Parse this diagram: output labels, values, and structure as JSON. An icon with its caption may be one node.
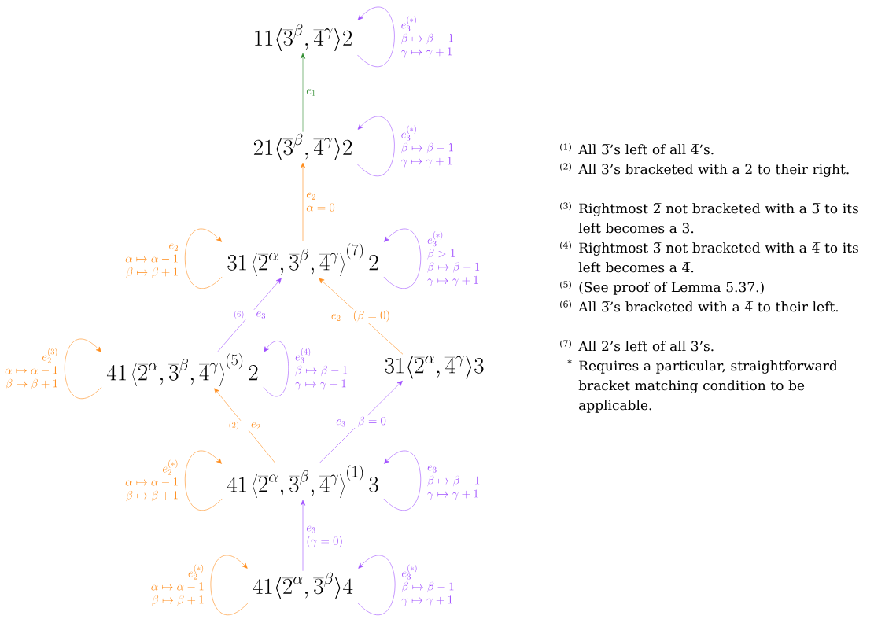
{
  "diagram": {
    "nodes": [
      {
        "text": [
          "11\\langle\\overline{3}^{\\beta},\\overline{4}^{\\gamma}\\rangle 2"
        ]
      },
      {
        "text": [
          "21\\langle\\overline{3}^{\\beta},\\overline{4}^{\\gamma}\\rangle 2"
        ]
      },
      {
        "text": [
          "31\\left\\langle\\overline{2}^{\\alpha},\\overline{3}^{\\beta},\\overline{4}^{\\gamma}\\right\\rangle^{(7)} 2"
        ]
      },
      {
        "text": [
          "41\\left\\langle\\overline{2}^{\\alpha},\\overline{3}^{\\beta},\\overline{4}^{\\gamma}\\right\\rangle^{(5)} 2"
        ]
      },
      {
        "text": [
          "31\\langle\\overline{2}^{\\alpha},\\overline{4}^{\\gamma}\\rangle 3"
        ]
      },
      {
        "text": [
          "41\\left\\langle\\overline{2}^{\\alpha},\\overline{3}^{\\beta},\\overline{4}^{\\gamma}\\right\\rangle^{(1)} 3"
        ]
      },
      {
        "text": [
          "41\\langle\\overline{2}^{\\alpha},\\overline{3}^{\\beta}\\rangle 4"
        ]
      }
    ],
    "edges": [
      {
        "from": 1,
        "to": 0,
        "arrow": "to",
        "label": "e_1",
        "color": "#2e8b2e"
      },
      {
        "from": 2,
        "to": 1,
        "arrow": "to",
        "label": "\\begin{array}{@{}l@{}}e_2\\\\\\alpha=0\\end{array}",
        "color": "#ff8c1a"
      },
      {
        "from": 3,
        "to": 2,
        "arrow": "to",
        "label": "{\\scriptstyle(6)}\\quad e_3"
      },
      {
        "from": 4,
        "to": 2,
        "arrow": "to",
        "label": "e_2\\quad(\\beta=0)",
        "color": "#ff8c1a"
      },
      {
        "from": 5,
        "to": 3,
        "arrow": "to",
        "label": "{\\scriptstyle(2)}\\quad e_2",
        "color": "#ff8c1a"
      },
      {
        "from": 5,
        "to": 4,
        "arrow": "to",
        "label": "e_3\\quad\\beta=0"
      },
      {
        "from": 6,
        "to": 5,
        "arrow": "to",
        "label": "\\begin{array}{@{}l@{}}e_3\\\\(\\gamma=0)\\end{array}"
      },
      {
        "from": 0,
        "to": 0,
        "arrow": "to",
        "label": "\\begin{array}{@{}l@{}}e_3^{(*)}\\\\\\beta\\mapsto\\beta-1\\\\\\gamma\\mapsto\\gamma+1\\end{array}"
      },
      {
        "from": 1,
        "to": 1,
        "arrow": "to",
        "label": "\\begin{array}{@{}l@{}}e_3^{(*)}\\\\\\beta\\mapsto\\beta-1\\\\\\gamma\\mapsto\\gamma+1\\end{array}"
      },
      {
        "from": 2,
        "to": 2,
        "arrow": "to",
        "label": "\\begin{array}{@{}r@{}}e_2\\\\\\alpha\\mapsto\\alpha-1\\\\\\beta\\mapsto\\beta+1\\end{array}",
        "color": "#ff8c1a"
      },
      {
        "from": 2,
        "to": 2,
        "arrow": "to",
        "label": "\\begin{array}{@{}l@{}}e_3^{(*)}\\\\\\beta>1\\\\\\beta\\mapsto\\beta-1\\\\\\gamma\\mapsto\\gamma+1\\end{array}"
      },
      {
        "from": 3,
        "to": 3,
        "arrow": "to",
        "label": "\\begin{array}{@{}r@{}}e_2^{(3)}\\\\\\alpha\\mapsto\\alpha-1\\\\\\beta\\mapsto\\beta+1\\end{array}",
        "color": "#ff8c1a"
      },
      {
        "from": 3,
        "to": 3,
        "arrow": "to",
        "label": "\\begin{array}{@{}l@{}}e_3^{(4)}\\\\\\beta\\mapsto\\beta-1\\\\\\gamma\\mapsto\\gamma+1\\end{array}"
      },
      {
        "from": 5,
        "to": 5,
        "arrow": "to",
        "label": "\\begin{array}{@{}r@{}}e_2^{(*)}\\\\\\alpha\\mapsto\\alpha-1\\\\\\beta\\mapsto\\beta+1\\end{array}",
        "color": "#ff8c1a"
      },
      {
        "from": 5,
        "to": 5,
        "arrow": "to",
        "label": "\\begin{array}{@{}l@{}}e_3\\\\\\beta\\mapsto\\beta-1\\\\\\gamma\\mapsto\\gamma+1\\end{array}"
      },
      {
        "from": 6,
        "to": 6,
        "arrow": "to",
        "label": "\\begin{array}{@{}r@{}}e_2^{(*)}\\\\\\alpha\\mapsto\\alpha-1\\\\\\beta\\mapsto\\beta+1\\end{array}",
        "color": "#ff8c1a"
      },
      {
        "from": 6,
        "to": 6,
        "arrow": "to",
        "label": "\\begin{array}{@{}l@{}}e_3^{(*)}\\\\\\beta\\mapsto\\beta-1\\\\\\gamma\\mapsto\\gamma+1\\end{array}"
      }
    ],
    "labels": [
      "(1)",
      "All 3̅’s left of all 4̅’s.",
      "(2)",
      "All 3̅’s bracketed with a 2̅ to their right.",
      "(3)",
      "Rightmost 2̅ not bracketed with a 3̅ to its left becomes a 3̅.",
      "(4)",
      "Rightmost 3̅ not bracketed with a 4̅ to its left becomes a 4̅.",
      "(5)",
      "(See proof of Lemma 5.37.)",
      "(6)",
      "All 3̅’s bracketed with a 4̅ to their left.",
      "(7)",
      "All 2̅’s left of all 3̅’s.",
      "*",
      "Requires a particular, straightforward bracket matching condition to be applicable."
    ]
  }
}
